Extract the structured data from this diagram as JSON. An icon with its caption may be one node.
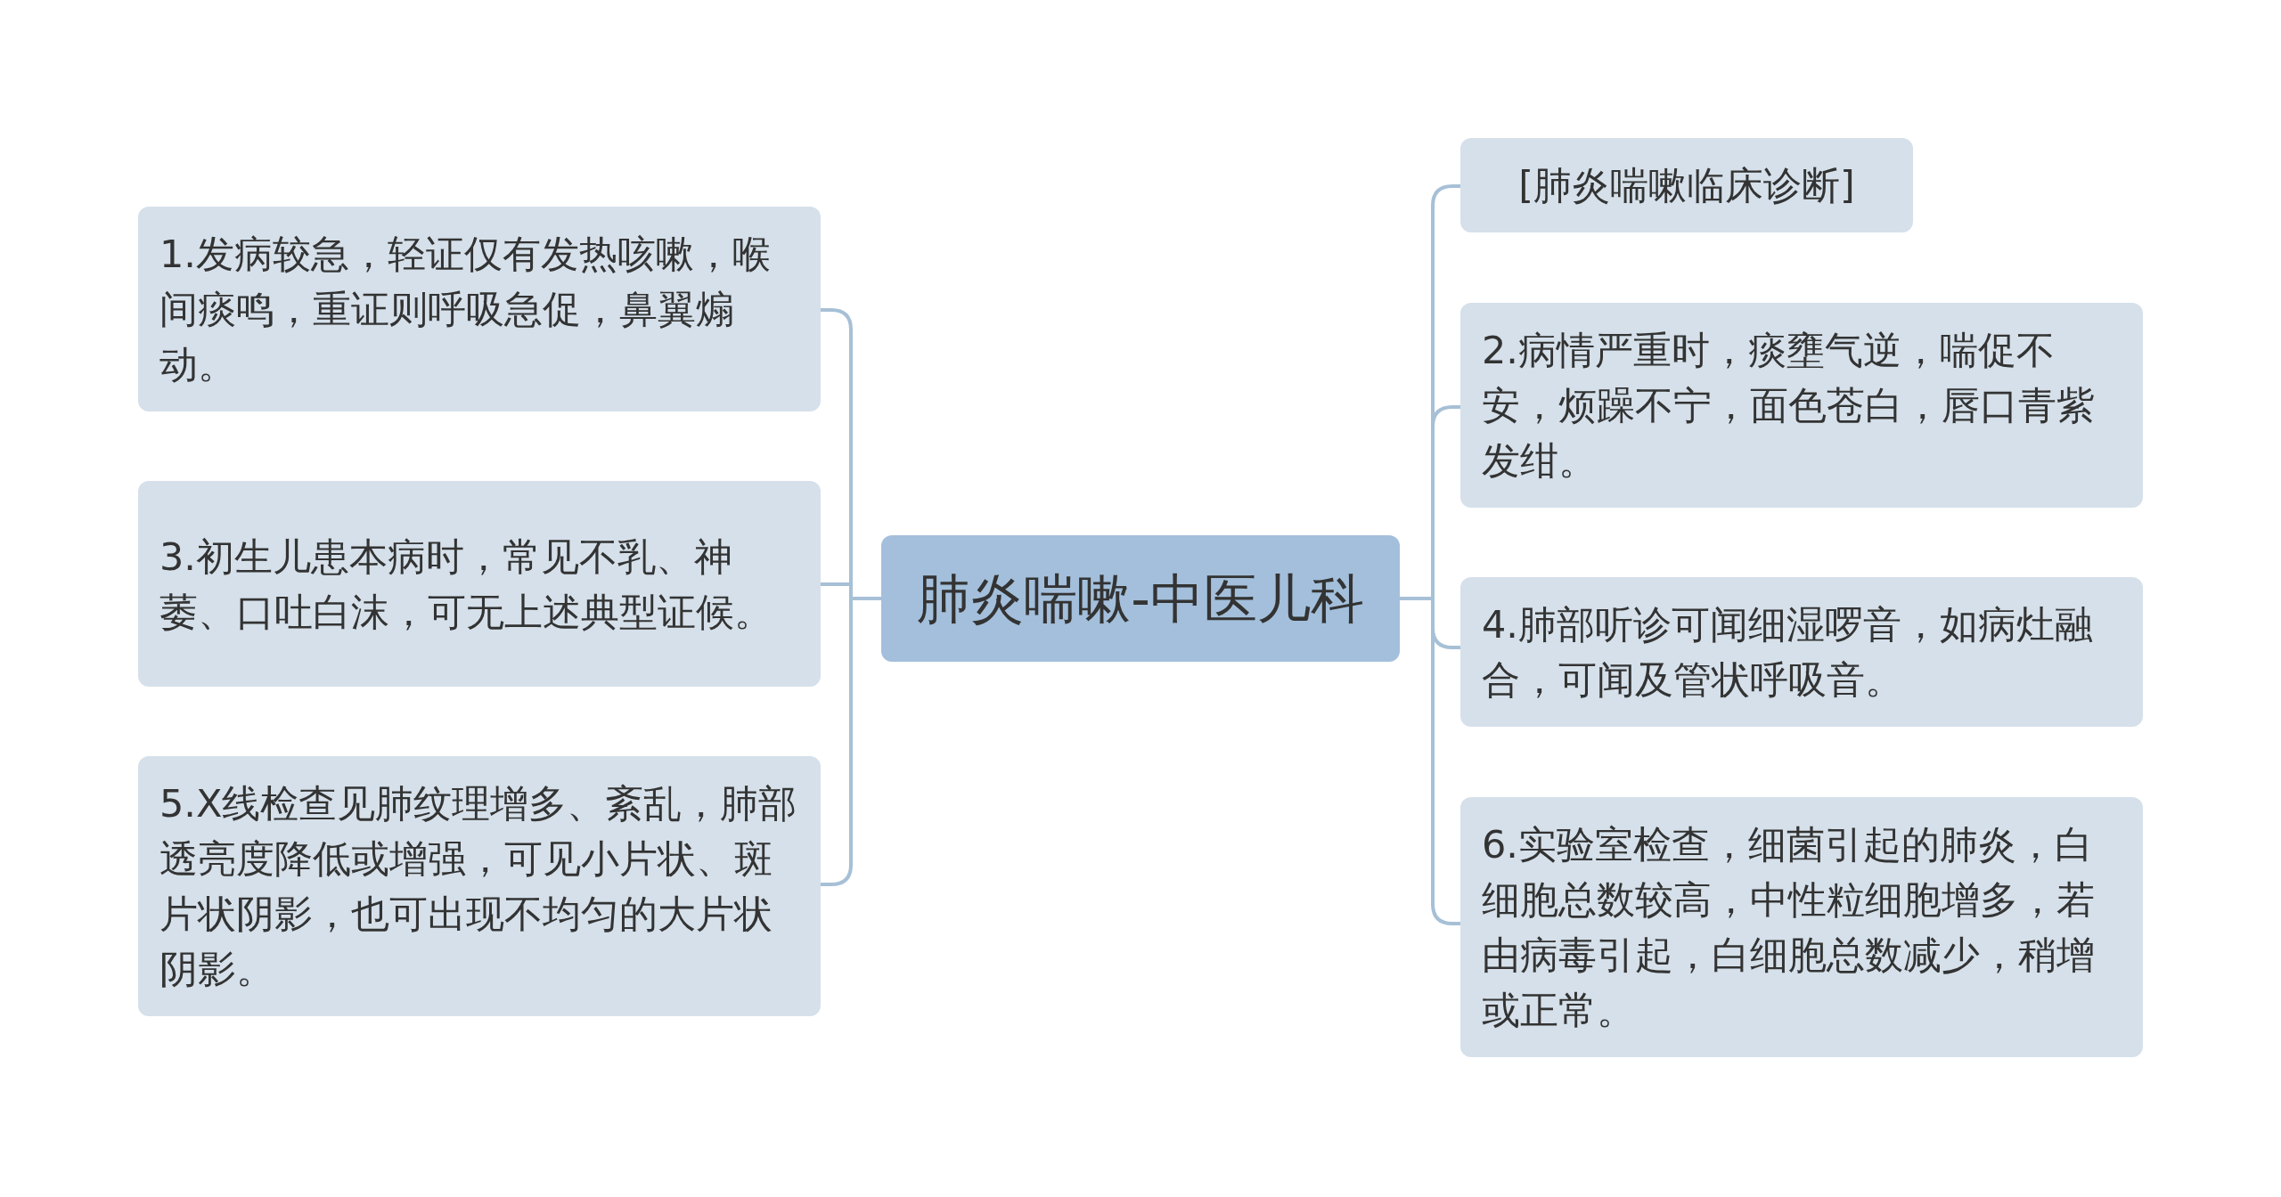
{
  "diagram": {
    "nodes": [
      {
        "text": [
          "肺炎喘嗽-中医儿科"
        ]
      },
      {
        "text": [
          "1.发病较急，轻证仅有发热咳嗽，喉间痰鸣，重证则呼吸急促，鼻翼煽动。"
        ]
      },
      {
        "text": [
          "3.初生儿患本病时，常见不乳、神萎、口吐白沫，可无上述典型证候。"
        ]
      },
      {
        "text": [
          "5.X线检查见肺纹理增多、紊乱，肺部透亮度降低或增强，可见小片状、斑片状阴影，也可出现不均匀的大片状阴影。"
        ]
      },
      {
        "text": [
          "[肺炎喘嗽临床诊断]"
        ]
      },
      {
        "text": [
          "2.病情严重时，痰壅气逆，喘促不安，烦躁不宁，面色苍白，唇口青紫发绀。"
        ]
      },
      {
        "text": [
          "4.肺部听诊可闻细湿啰音，如病灶融合，可闻及管状呼吸音。"
        ]
      },
      {
        "text": [
          "6.实验室检查，细菌引起的肺炎，白细胞总数较高，中性粒细胞增多，若由病毒引起，白细胞总数减少，稍增或正常。"
        ]
      }
    ],
    "edges": [
      {
        "from": 0,
        "to": 1,
        "arrow": "none"
      },
      {
        "from": 0,
        "to": 2,
        "arrow": "none"
      },
      {
        "from": 0,
        "to": 3,
        "arrow": "none"
      },
      {
        "from": 0,
        "to": 4,
        "arrow": "none"
      },
      {
        "from": 0,
        "to": 5,
        "arrow": "none"
      },
      {
        "from": 0,
        "to": 6,
        "arrow": "none"
      },
      {
        "from": 0,
        "to": 7,
        "arrow": "none"
      }
    ]
  }
}
